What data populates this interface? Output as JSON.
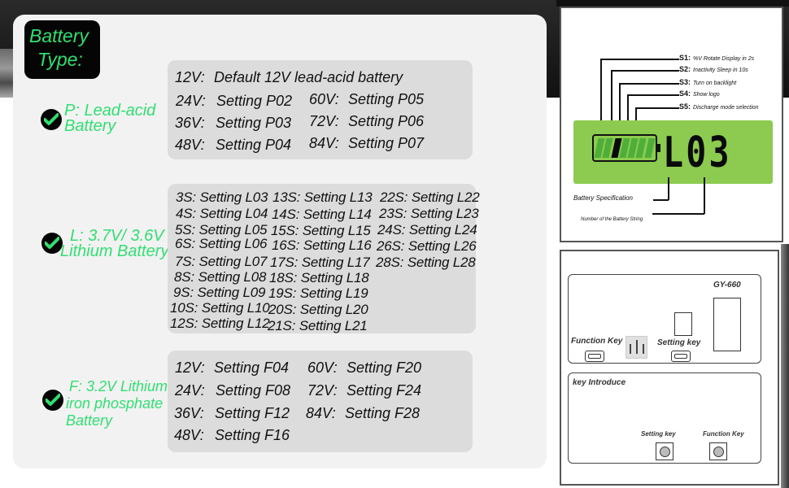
{
  "header": {
    "title_line1": "Battery",
    "title_line2": "Type:"
  },
  "colors": {
    "accent_green": "#2fe070",
    "badge_bg": "#050505",
    "panel_bg": "#f3f2f3",
    "box_bg": "#dcdcdc",
    "lcd_green": "#8ccb4f"
  },
  "categories": [
    {
      "line1": "P: Lead-acid",
      "line2": "Battery",
      "icon": "check-circle-icon",
      "rows": [
        {
          "k": "12V:",
          "v": "Default 12V lead-acid battery"
        },
        {
          "k": "24V:",
          "v": "Setting P02"
        },
        {
          "k": "36V:",
          "v": "Setting P03"
        },
        {
          "k": "48V:",
          "v": "Setting P04"
        },
        {
          "k": "60V:",
          "v": "Setting P05"
        },
        {
          "k": "72V:",
          "v": "Setting P06"
        },
        {
          "k": "84V:",
          "v": "Setting P07"
        }
      ]
    },
    {
      "line1": "L: 3.7V/ 3.6V",
      "line2": "Lithium Battery",
      "icon": "check-circle-icon",
      "col1": [
        "3S: Setting L03",
        "4S: Setting L04",
        "5S: Setting L05",
        "6S: Setting L06",
        "7S: Setting L07",
        "8S: Setting L08",
        "9S: Setting L09",
        "10S: Setting L10",
        "12S: Setting L12"
      ],
      "col2": [
        "13S: Setting L13",
        "14S: Setting L14",
        "15S: Setting L15",
        "16S: Setting L16",
        "17S: Setting L17",
        "18S: Setting L18",
        "19S: Setting L19",
        "20S: Setting L20",
        "21S: Setting L21"
      ],
      "col3": [
        "22S: Setting L22",
        "23S: Setting L23",
        "24S: Setting L24",
        "26S: Setting L26",
        "28S: Setting L28"
      ]
    },
    {
      "line1": "F: 3.2V Lithium",
      "line2": "iron phosphate",
      "line3": "Battery",
      "icon": "check-circle-icon",
      "rows": [
        {
          "k": "12V:",
          "v": "Setting F04"
        },
        {
          "k": "24V:",
          "v": "Setting F08"
        },
        {
          "k": "36V:",
          "v": "Setting F12"
        },
        {
          "k": "48V:",
          "v": "Setting F16"
        },
        {
          "k": "60V:",
          "v": "Setting F20"
        },
        {
          "k": "72V:",
          "v": "Setting F24"
        },
        {
          "k": "84V:",
          "v": "Setting F28"
        }
      ]
    }
  ],
  "display_diagram": {
    "switches": [
      {
        "id": "S1:",
        "desc": "%V Rotate Display in 2s"
      },
      {
        "id": "S2:",
        "desc": "Inactivity Sleep in 10s"
      },
      {
        "id": "S3:",
        "desc": "Turn on backlight"
      },
      {
        "id": "S4:",
        "desc": "Show logo"
      },
      {
        "id": "S5:",
        "desc": "Discharge mode selection"
      }
    ],
    "lcd_value": "L03",
    "battery_spec_label": "Battery Specification",
    "string_label": "Number of the Battery String"
  },
  "board_diagram": {
    "model": "GY-660",
    "function_key": "Function Key",
    "setting_key": "Setting key",
    "intro_title": "key Introduce",
    "intro_setting_key": "Setting key",
    "intro_function_key": "Function Key"
  }
}
